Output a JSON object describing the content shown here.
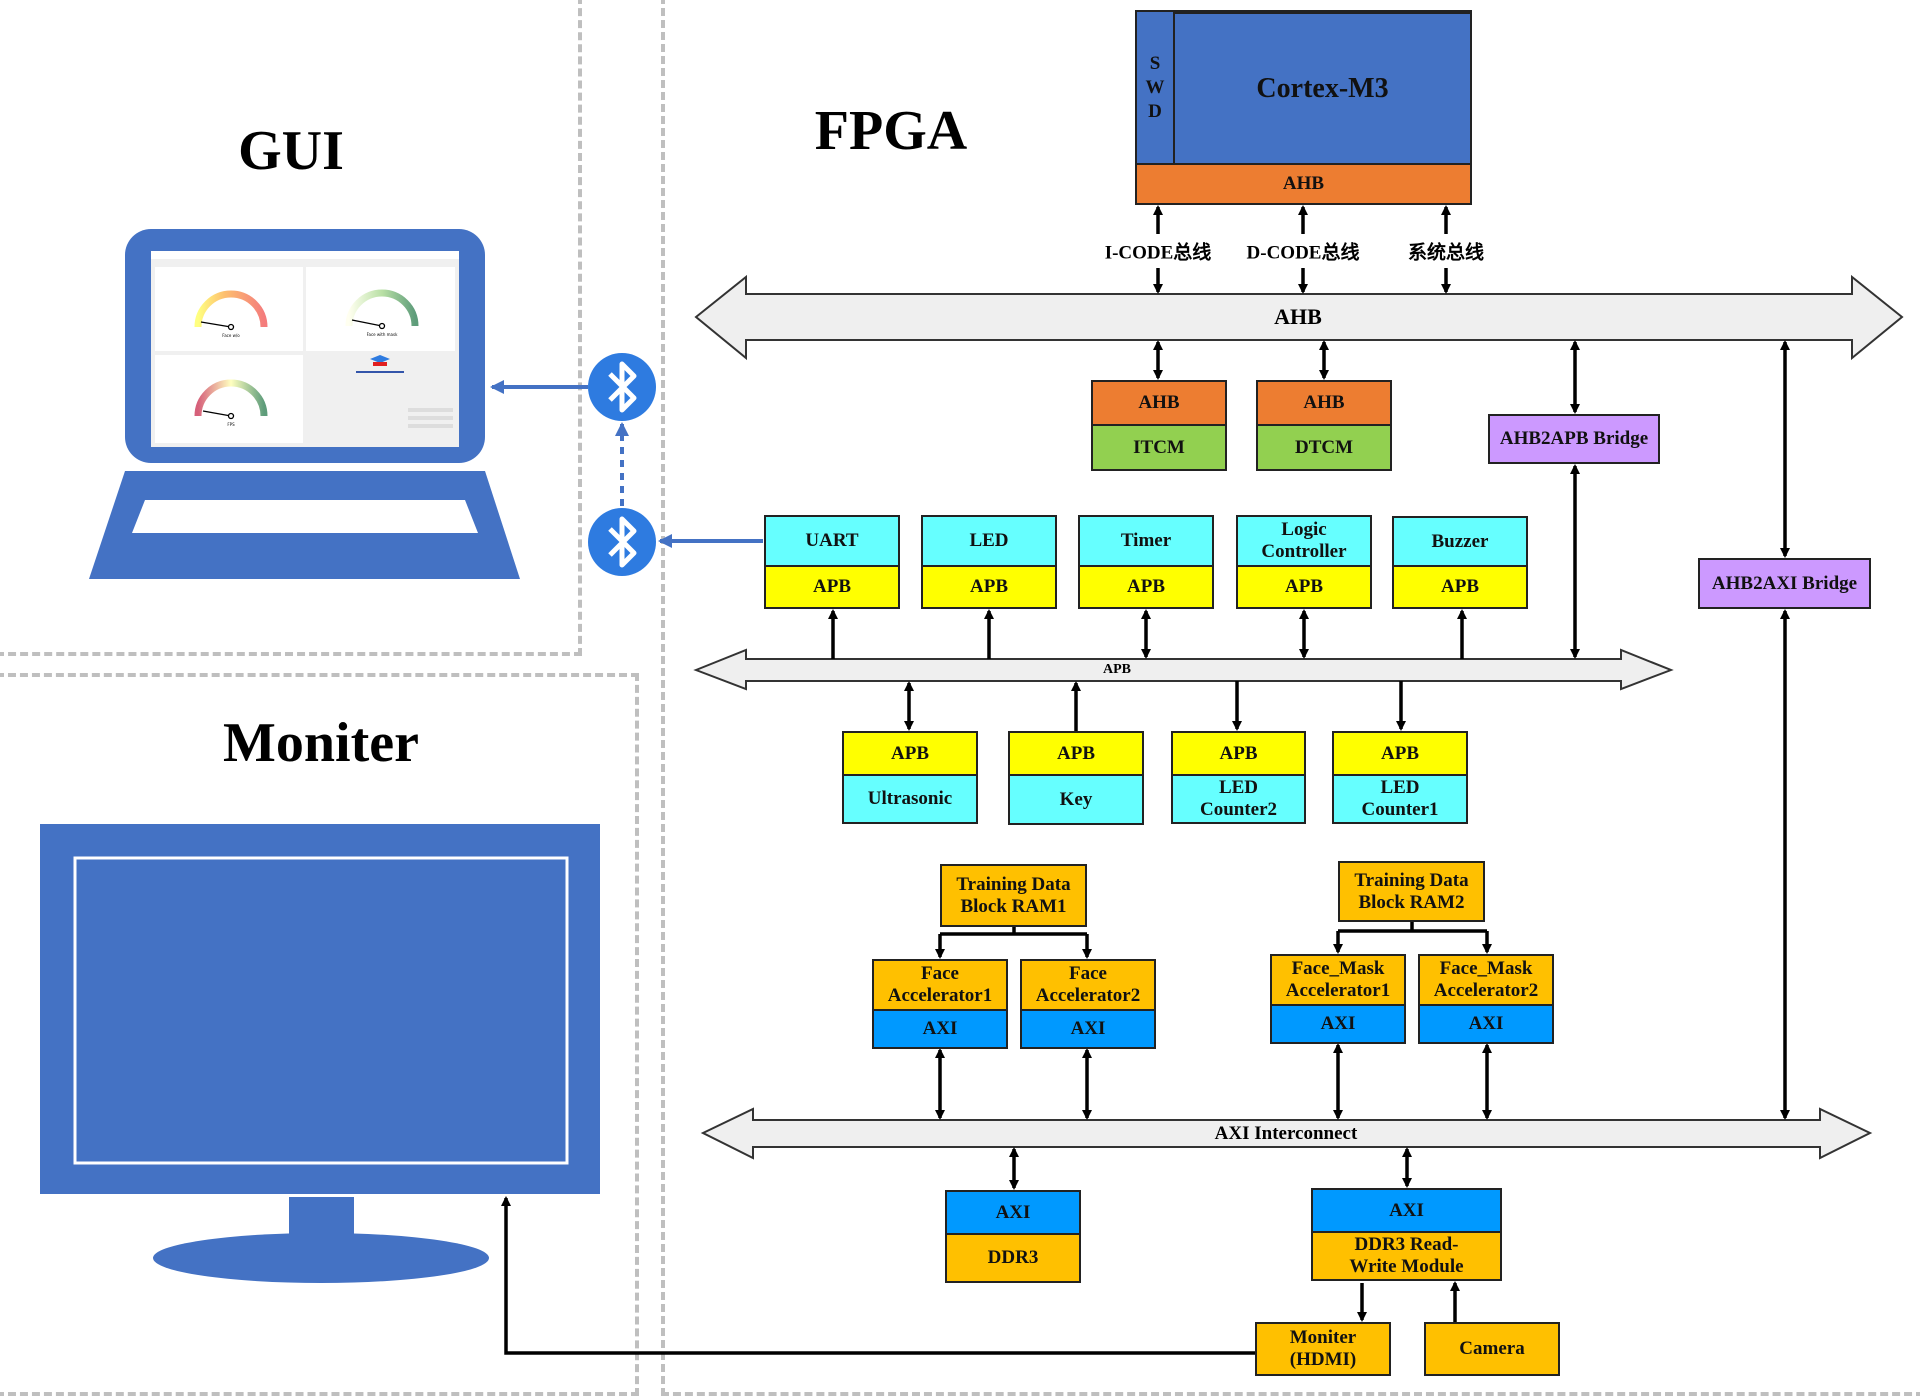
{
  "sections": {
    "gui": "GUI",
    "fpga": "FPGA",
    "monitor": "Moniter"
  },
  "gui_window": {
    "gauges": [
      {
        "label": "Face w/o"
      },
      {
        "label": "Face with mask"
      },
      {
        "label": "FPS"
      }
    ]
  },
  "cpu": {
    "swd": "S W D",
    "core": "Cortex-M3",
    "bus": "AHB"
  },
  "cpu_links": [
    "I-CODE总线",
    "D-CODE总线",
    "系统总线"
  ],
  "buses": {
    "ahb": "AHB",
    "apb": "APB",
    "axi": "AXI Interconnect"
  },
  "memories": [
    {
      "bus": "AHB",
      "name": "ITCM"
    },
    {
      "bus": "AHB",
      "name": "DTCM"
    }
  ],
  "bridges": {
    "ahb2apb": "AHB2APB Bridge",
    "ahb2axi": "AHB2AXI Bridge"
  },
  "apb_upper": [
    {
      "name": "UART",
      "bus": "APB"
    },
    {
      "name": "LED",
      "bus": "APB"
    },
    {
      "name": "Timer",
      "bus": "APB"
    },
    {
      "name": "Logic Controller",
      "bus": "APB"
    },
    {
      "name": "Buzzer",
      "bus": "APB"
    }
  ],
  "apb_lower": [
    {
      "name": "Ultrasonic",
      "bus": "APB"
    },
    {
      "name": "Key",
      "bus": "APB"
    },
    {
      "name": "LED Counter2",
      "bus": "APB"
    },
    {
      "name": "LED Counter1",
      "bus": "APB"
    }
  ],
  "rams": [
    "Training Data Block RAM1",
    "Training Data Block RAM2"
  ],
  "accelerators": [
    {
      "name": "Face Accelerator1",
      "bus": "AXI"
    },
    {
      "name": "Face Accelerator2",
      "bus": "AXI"
    },
    {
      "name": "Face_Mask Accelerator1",
      "bus": "AXI"
    },
    {
      "name": "Face_Mask Accelerator2",
      "bus": "AXI"
    }
  ],
  "ddr": {
    "bus": "AXI",
    "name": "DDR3"
  },
  "ddr_rw": {
    "bus": "AXI",
    "name": "DDR3 Read-Write Module"
  },
  "io": {
    "hdmi": "Moniter (HDMI)",
    "camera": "Camera"
  },
  "icons": {
    "wireless": "bluetooth-icon"
  },
  "colors": {
    "cpu": "#4472C4",
    "ahb": "#ED7D31",
    "tcm": "#92D050",
    "bridge": "#CC99FF",
    "apb_peripheral": "#66FFFF",
    "apb": "#FFFF00",
    "module": "#FFC000",
    "axi": "#0099FF"
  }
}
